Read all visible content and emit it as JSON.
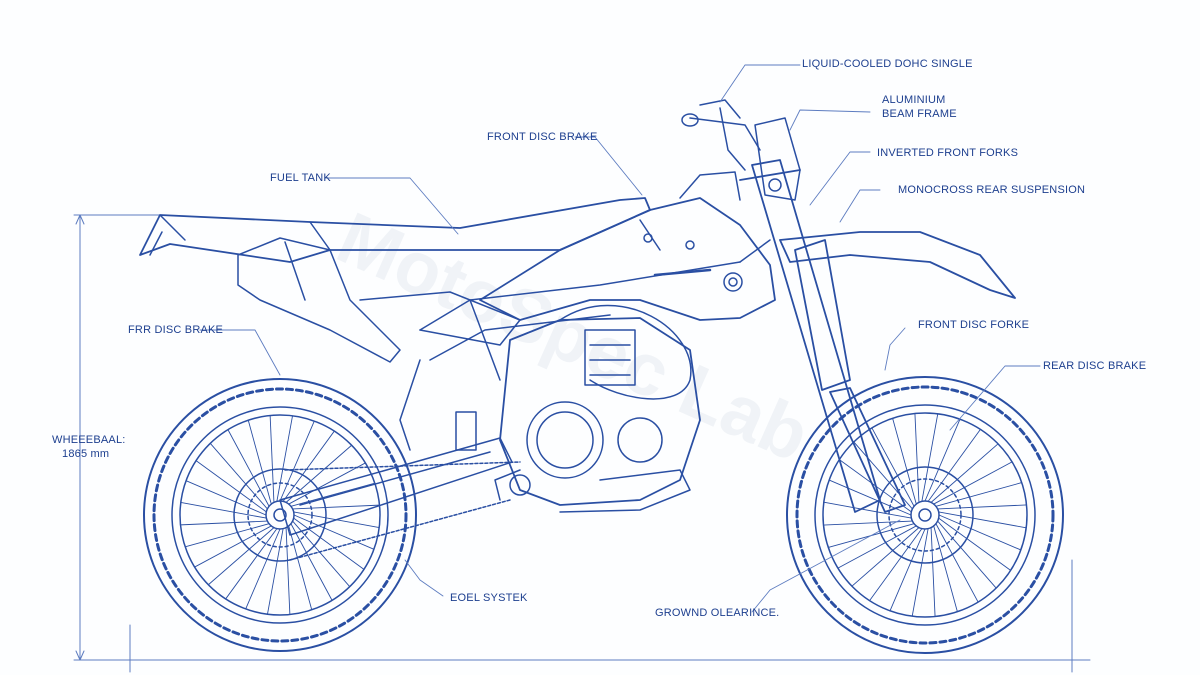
{
  "watermark": "MotoSpec Lab",
  "callouts": {
    "engine": "LIQUID-COOLED DOHC SINGLE",
    "frame_line1": "ALUMINIUM",
    "frame_line2": "BEAM FRAME",
    "forks": "INVERTED FRONT FORKS",
    "suspension": "MONOCROSS REAR SUSPENSION",
    "front_brake_top": "FRONT DISC BRAKE",
    "fuel_tank": "FUEL TANK",
    "rear_brake_left": "FRR DISC BRAKE",
    "front_fork_lower": "FRONT DISC FORKE",
    "rear_brake_right": "REAR DISC BRAKE",
    "fuel_system": "EOEL SYSTEK",
    "ground_clearance": "GROWND OLEARINCE.",
    "wheelbase_line1": "WHEEEBAAL:",
    "wheelbase_line2": "1865 mm"
  },
  "colors": {
    "ink": "#1d3f8f",
    "line": "#2a4fa3",
    "faint": "#8fa6d6"
  }
}
